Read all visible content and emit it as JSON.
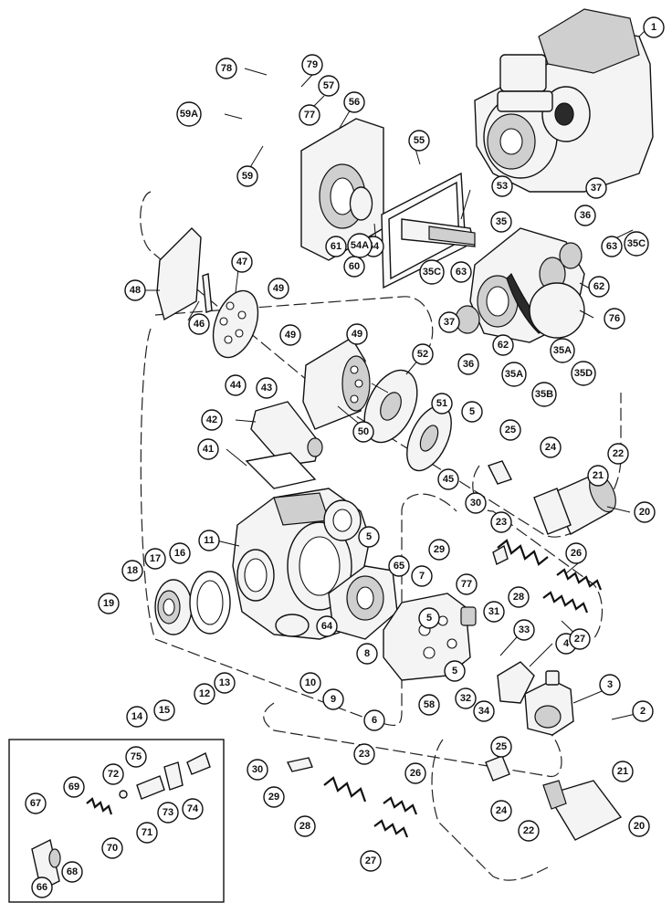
{
  "diagram": {
    "callouts": [
      "1",
      "2",
      "3",
      "4",
      "5",
      "5",
      "5",
      "5",
      "6",
      "7",
      "8",
      "9",
      "10",
      "11",
      "12",
      "13",
      "14",
      "15",
      "16",
      "17",
      "18",
      "19",
      "20",
      "20",
      "21",
      "21",
      "22",
      "22",
      "23",
      "23",
      "24",
      "24",
      "25",
      "25",
      "26",
      "26",
      "27",
      "27",
      "28",
      "28",
      "29",
      "29",
      "30",
      "30",
      "31",
      "32",
      "33",
      "34",
      "35",
      "35A",
      "35A",
      "35B",
      "35C",
      "35C",
      "35D",
      "36",
      "36",
      "37",
      "37",
      "41",
      "42",
      "43",
      "44",
      "45",
      "46",
      "47",
      "48",
      "49",
      "49",
      "49",
      "50",
      "51",
      "52",
      "53",
      "54",
      "54A",
      "55",
      "56",
      "57",
      "58",
      "59",
      "59A",
      "60",
      "61",
      "62",
      "62",
      "63",
      "63",
      "64",
      "65",
      "66",
      "67",
      "68",
      "69",
      "70",
      "71",
      "72",
      "73",
      "74",
      "75",
      "76",
      "77",
      "77",
      "78",
      "79"
    ]
  }
}
